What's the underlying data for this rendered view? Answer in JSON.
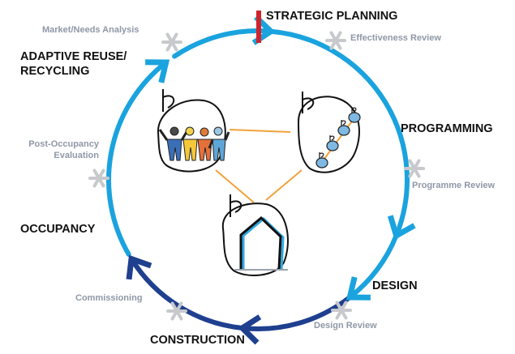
{
  "colors": {
    "cycle_light": "#1aa3de",
    "cycle_dark": "#1f3f8f",
    "marker_red": "#d0242d",
    "asterisk_grey": "#c7c9cc",
    "connector_orange": "#f0a23a",
    "stage_text": "#111111",
    "review_text": "#8f98a6"
  },
  "stages": {
    "strategic_planning": "STRATEGIC PLANNING",
    "programming": "PROGRAMMING",
    "design": "DESIGN",
    "construction": "CONSTRUCTION",
    "occupancy": "OCCUPANCY",
    "adaptive_reuse_line1": "ADAPTIVE REUSE/",
    "adaptive_reuse_line2": "RECYCLING"
  },
  "reviews": {
    "market_needs": "Market/Needs Analysis",
    "effectiveness": "Effectiveness Review",
    "programme": "Programme Review",
    "design": "Design Review",
    "commissioning": "Commissioning",
    "post_occupancy_line1": "Post-Occupancy",
    "post_occupancy_line2": "Evaluation"
  },
  "icons": [
    "people-group-icon",
    "process-steps-icon",
    "house-outline-icon"
  ]
}
